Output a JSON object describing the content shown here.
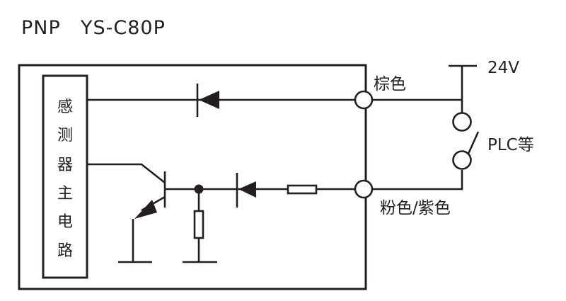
{
  "title": {
    "type": "PNP",
    "model": "YS-C80P"
  },
  "main_circuit_label": [
    "感",
    "测",
    "器",
    "主",
    "电",
    "路"
  ],
  "terminals": {
    "brown": "棕色",
    "pink_purple": "粉色/紫色"
  },
  "supply": {
    "voltage": "24V"
  },
  "load": {
    "label": "PLC等"
  },
  "colors": {
    "line": "#231f20",
    "background": "#ffffff"
  }
}
